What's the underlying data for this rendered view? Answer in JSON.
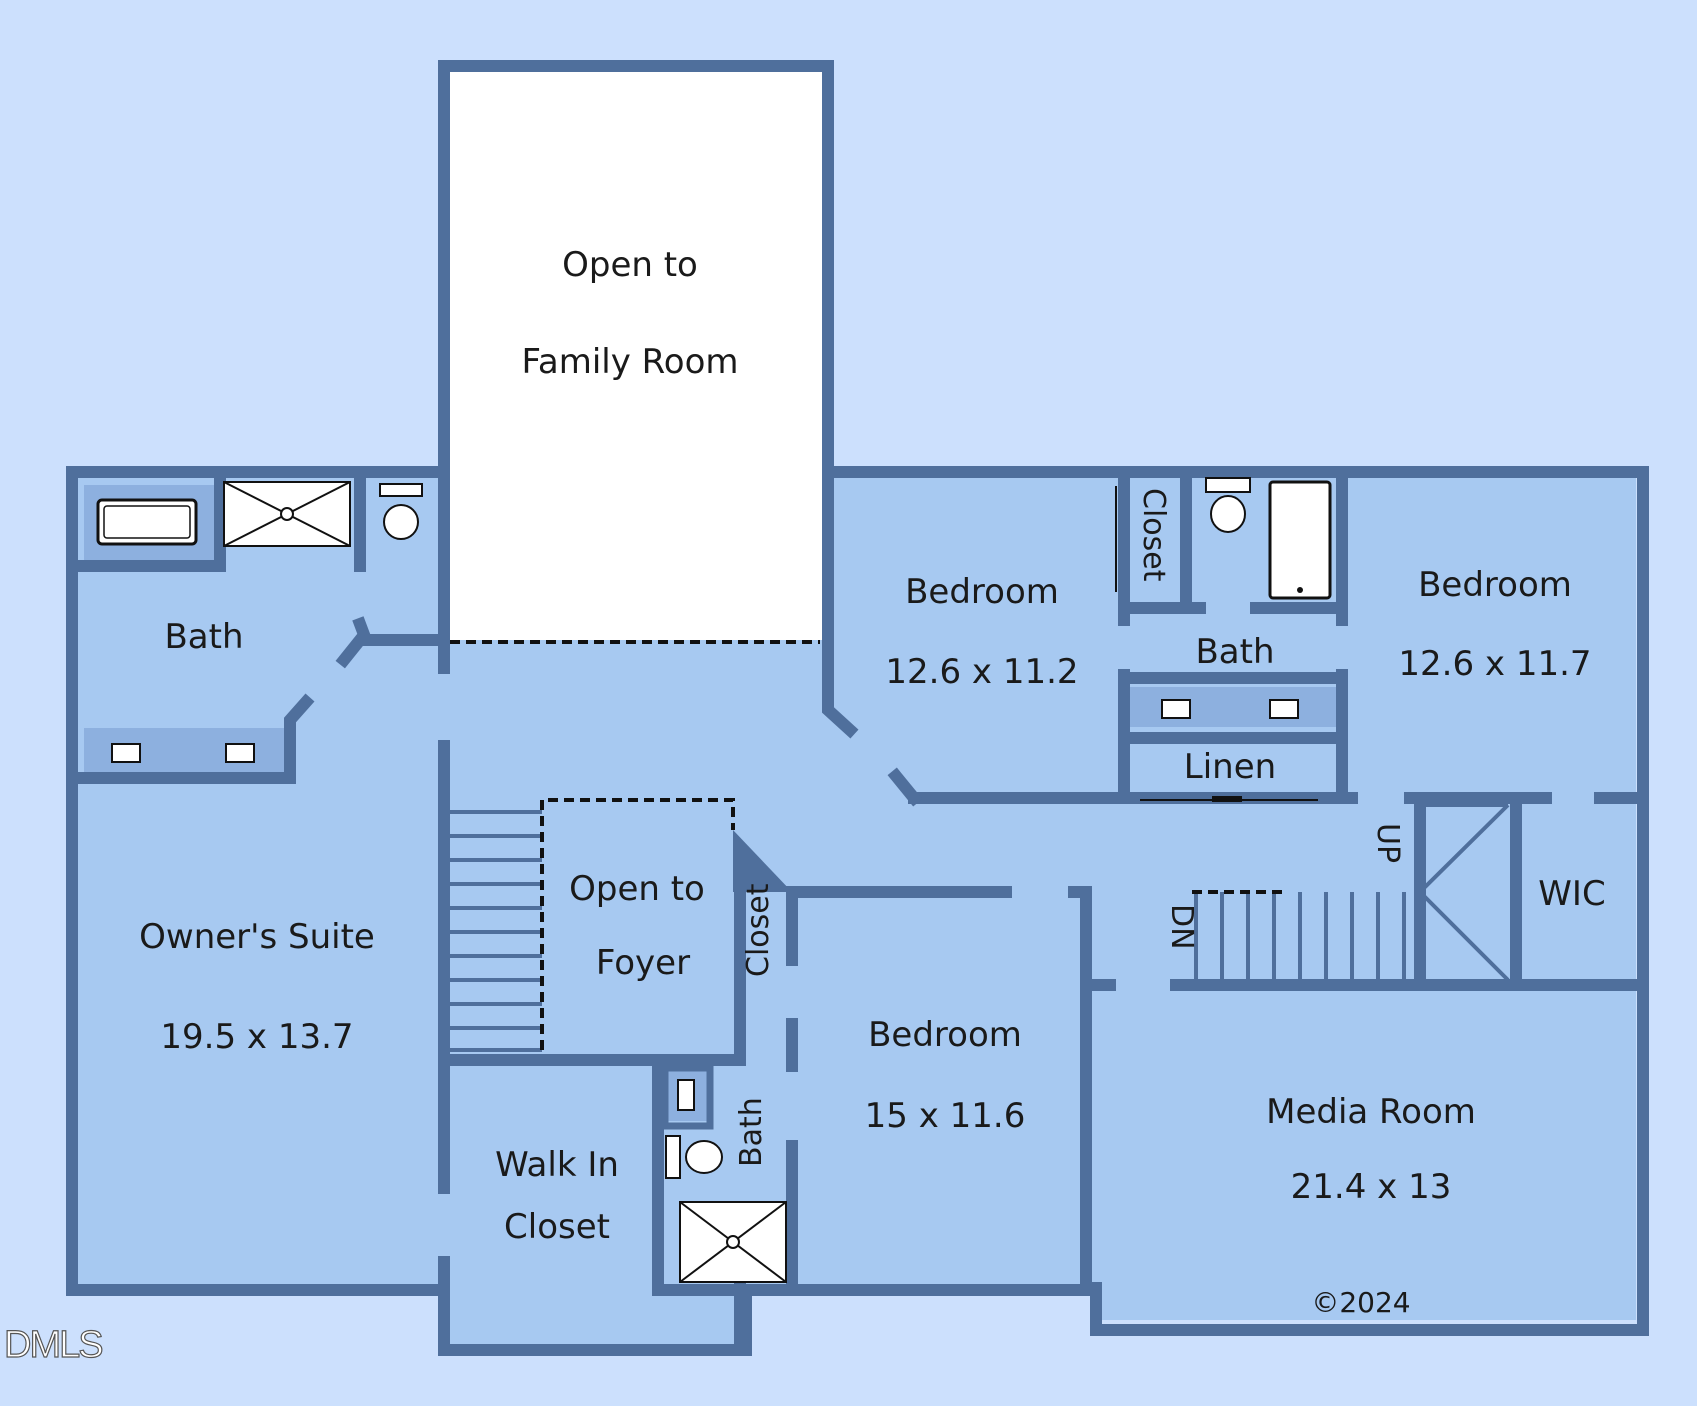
{
  "open_family": {
    "line1": "Open to",
    "line2": "Family Room"
  },
  "bath_owner": "Bath",
  "owners_suite": {
    "name": "Owner's Suite",
    "size": "19.5 x 13.7"
  },
  "open_foyer": {
    "line1": "Open to",
    "line2": "Foyer"
  },
  "walk_in_closet": {
    "line1": "Walk In",
    "line2": "Closet"
  },
  "closet_mid": "Closet",
  "bath_mid": "Bath",
  "bedroom_front": {
    "name": "Bedroom",
    "size": "15 x 11.6"
  },
  "bedroom_left": {
    "name": "Bedroom",
    "size": "12.6 x 11.2"
  },
  "closet_top": "Closet",
  "bath_shared": "Bath",
  "linen": "Linen",
  "bedroom_right": {
    "name": "Bedroom",
    "size": "12.6 x 11.7"
  },
  "up": "UP",
  "dn": "DN",
  "wic": "WIC",
  "media_room": {
    "name": "Media Room",
    "size": "21.4 x 13"
  },
  "copyright": "©2024",
  "watermark": "DMLS",
  "colors": {
    "background": "#cce0fd",
    "floor": "#a7c9f1",
    "wall": "#4f6f9c",
    "fixture": "#8db0df",
    "open_area": "#ffffff"
  }
}
